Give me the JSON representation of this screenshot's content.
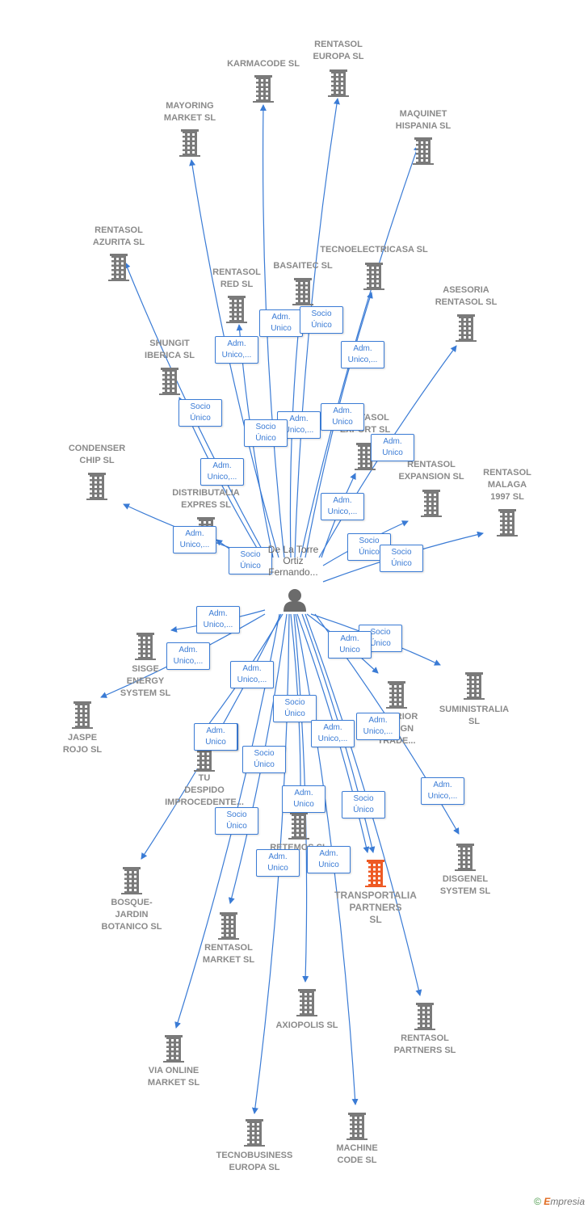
{
  "person": {
    "label": "De La Torre\nOrtiz\nFernando..."
  },
  "companies": [
    {
      "id": "karmacode",
      "label": "KARMACODE SL"
    },
    {
      "id": "rentasol-europa",
      "label": "RENTASOL\nEUROPA SL"
    },
    {
      "id": "mayoring",
      "label": "MAYORING\nMARKET SL"
    },
    {
      "id": "maquinet",
      "label": "MAQUINET\nHISPANIA SL"
    },
    {
      "id": "rentasol-azurita",
      "label": "RENTASOL\nAZURITA SL"
    },
    {
      "id": "tecnoelectricasa",
      "label": "TECNOELECTRICASA SL"
    },
    {
      "id": "basaitec",
      "label": "BASAITEC SL"
    },
    {
      "id": "rentasol-red",
      "label": "RENTASOL\nRED SL"
    },
    {
      "id": "asesoria-rentasol",
      "label": "ASESORIA\nRENTASOL SL"
    },
    {
      "id": "shungit",
      "label": "SHUNGIT\nIBERICA SL"
    },
    {
      "id": "rentasol-export",
      "label": "RENTASOL\nEXPORT SL"
    },
    {
      "id": "condenser",
      "label": "CONDENSER\nCHIP SL"
    },
    {
      "id": "rentasol-expansion",
      "label": "RENTASOL\nEXPANSION SL"
    },
    {
      "id": "rentasol-malaga",
      "label": "RENTASOL\nMALAGA\n1997 SL"
    },
    {
      "id": "distributalia",
      "label": "DISTRIBUTALIA\nEXPRES SL"
    },
    {
      "id": "sisge",
      "label": "SISGE\nENERGY\nSYSTEM SL"
    },
    {
      "id": "suministralia",
      "label": "SUMINISTRALIA\nSL"
    },
    {
      "id": "interior",
      "label": "INTERIOR\nDESIGN\nTRADE..."
    },
    {
      "id": "jaspe",
      "label": "JASPE\nROJO SL"
    },
    {
      "id": "tu-despido",
      "label": "TU\nDESPIDO\nIMPROCEDENTE..."
    },
    {
      "id": "retemos",
      "label": "RETEMOS SL"
    },
    {
      "id": "disgenel",
      "label": "DISGENEL\nSYSTEM SL"
    },
    {
      "id": "transportalia",
      "label": "TRANSPORTALIA\nPARTNERS\nSL"
    },
    {
      "id": "bosque",
      "label": "BOSQUE-\nJARDIN\nBOTANICO SL"
    },
    {
      "id": "rentasol-market",
      "label": "RENTASOL\nMARKET SL"
    },
    {
      "id": "axiopolis",
      "label": "AXIOPOLIS SL"
    },
    {
      "id": "rentasol-partners",
      "label": "RENTASOL\nPARTNERS SL"
    },
    {
      "id": "via-online",
      "label": "VIA ONLINE\nMARKET SL"
    },
    {
      "id": "tecnobusiness",
      "label": "TECNOBUSINESS\nEUROPA SL"
    },
    {
      "id": "machine",
      "label": "MACHINE\nCODE SL"
    }
  ],
  "roles": [
    "Adm.\nUnico",
    "Socio\nÚnico",
    "Adm.\nUnico,...",
    "Adm.\nUnico,...",
    "Socio\nÚnico",
    "Adm.\nUnico,...",
    "Socio\nÚnico",
    "Adm.\nUnico,...",
    "Adm.\nUnico",
    "Adm.\nUnico",
    "Adm.\nUnico,...",
    "Socio\nÚnico",
    "Adm.\nUnico,...",
    "Socio\nÚnico",
    "Socio\nÚnico",
    "Adm.\nUnico,...",
    "Adm.\nUnico,...",
    "Socio\nÚnico",
    "Adm.\nUnico",
    "Adm.\nUnico,...",
    "Socio\nÚnico",
    "Adm.\nUnico,...",
    "Adm.\nUnico,...",
    "Adm.\nUnico",
    "Adm.\nUnico,...",
    "Socio\nÚnico",
    "Socio\nÚnico",
    "Adm.\nUnico",
    "Adm.\nUnico",
    "Socio\nÚnico",
    "Adm.\nUnico",
    "Adm.\nUnico"
  ],
  "colors": {
    "edge": "#3a7bd5",
    "building": "#7a7a7a",
    "highlight": "#ee5a24",
    "person": "#6b6b6b"
  },
  "icons": {
    "company": "building-icon",
    "person": "person-icon"
  },
  "highlight_company": "transportalia",
  "footer": {
    "copyright": "©",
    "brand_first": "E",
    "brand_rest": "mpresia"
  }
}
